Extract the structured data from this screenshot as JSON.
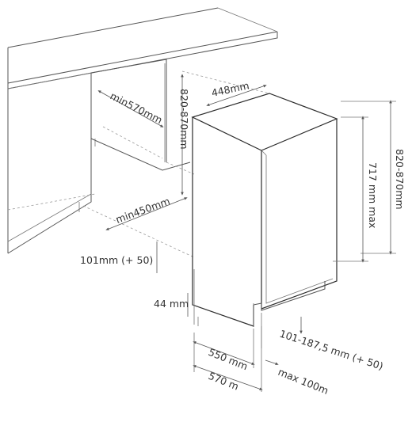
{
  "diagram": {
    "labels": {
      "niche_depth": "min570mm",
      "niche_height": "820-870mm",
      "appliance_width": "448mm",
      "niche_width": "min450mm",
      "total_height": "820-870mm",
      "body_height": "717 mm max",
      "plinth_height": "101mm (+ 50)",
      "foot_height": "44 mm",
      "door_adjust": "101-187,5 mm (+ 50)",
      "depth_550": "550 mm",
      "depth_570": "570 m",
      "max_100": "max 100m"
    }
  }
}
